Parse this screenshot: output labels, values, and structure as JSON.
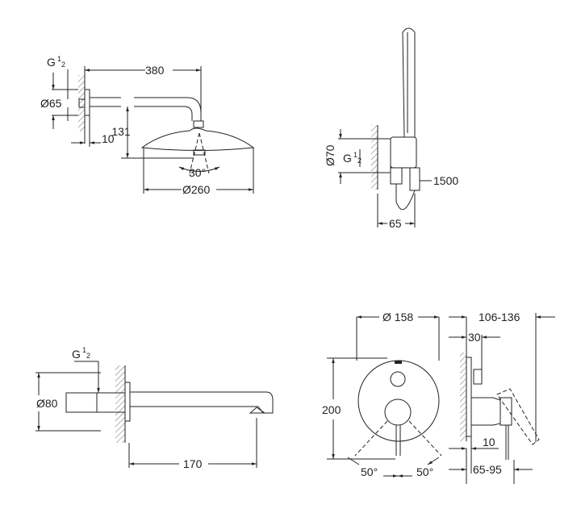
{
  "head_shower": {
    "thread_label": "G",
    "thread_num": "1",
    "thread_den": "2",
    "arm_length": "380",
    "flange_diameter": "Ø65",
    "wall_gap": "10",
    "height": "131",
    "spray_angle": "30°",
    "head_diameter": "Ø260"
  },
  "hand_shower": {
    "flange_diameter": "Ø70",
    "thread_label": "G",
    "thread_num": "1",
    "thread_den": "2",
    "hose_length": "1500",
    "projection": "65"
  },
  "spout": {
    "thread_label": "G",
    "thread_num": "1",
    "thread_den": "2",
    "diameter": "Ø80",
    "length": "170"
  },
  "mixer": {
    "plate_diameter": "Ø 158",
    "depth_range": "106-136",
    "plate_depth": "30",
    "height": "200",
    "wall_gap": "10",
    "angle_left": "50°",
    "angle_right": "50°",
    "install_range": "65-95"
  }
}
